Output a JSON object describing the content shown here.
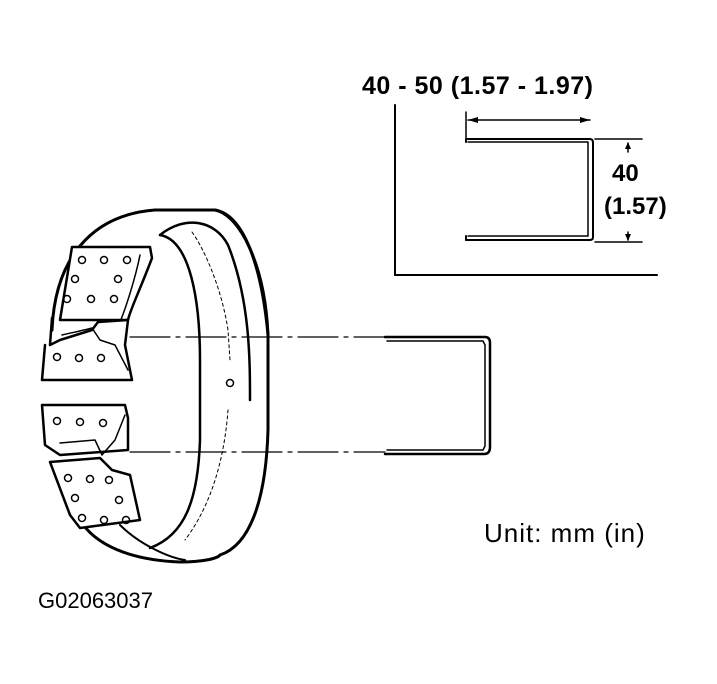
{
  "diagram": {
    "type": "technical-illustration",
    "subject": "brake band with U-shaped retaining clip and dimensions",
    "labels": {
      "top_dimension": "40 - 50 (1.57 - 1.97)",
      "side_dimension_mm": "40",
      "side_dimension_in": "(1.57)",
      "unit": "Unit: mm (in)",
      "figure_id": "G02063037"
    },
    "components": [
      {
        "name": "brake-band",
        "description": "cylindrical band with two friction lining ends"
      },
      {
        "name": "upper-lining-end",
        "description": "upper band end with riveted lining"
      },
      {
        "name": "lower-lining-end",
        "description": "lower band end with riveted lining"
      },
      {
        "name": "u-clip",
        "description": "U-shaped wire clip holding band ends"
      },
      {
        "name": "u-clip-detail",
        "description": "dimensioned detail view of clip"
      }
    ],
    "colors": {
      "line": "#000000",
      "background": "#ffffff"
    }
  }
}
